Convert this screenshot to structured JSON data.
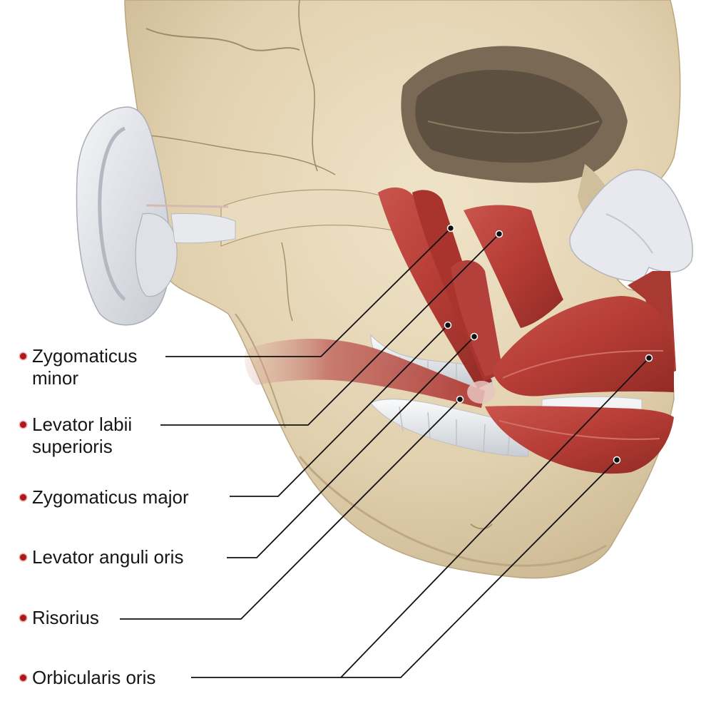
{
  "labels": [
    {
      "id": "zygomaticus-minor",
      "lines": [
        "Zygomaticus",
        "minor"
      ]
    },
    {
      "id": "levator-labii-superioris",
      "lines": [
        "Levator labii",
        "superioris"
      ]
    },
    {
      "id": "zygomaticus-major",
      "lines": [
        "Zygomaticus major"
      ]
    },
    {
      "id": "levator-anguli-oris",
      "lines": [
        "Levator anguli oris"
      ]
    },
    {
      "id": "risorius",
      "lines": [
        "Risorius"
      ]
    },
    {
      "id": "orbicularis-oris",
      "lines": [
        "Orbicularis oris"
      ]
    }
  ],
  "colors": {
    "bone": "#e3d3b2",
    "bone_shadow": "#c8b48e",
    "muscle": "#b8403a",
    "muscle_dark": "#8e2a26",
    "cartilage": "#e6e8ec",
    "teeth": "#eef0f2",
    "leader": "#111111",
    "bullet": "#b01818"
  }
}
